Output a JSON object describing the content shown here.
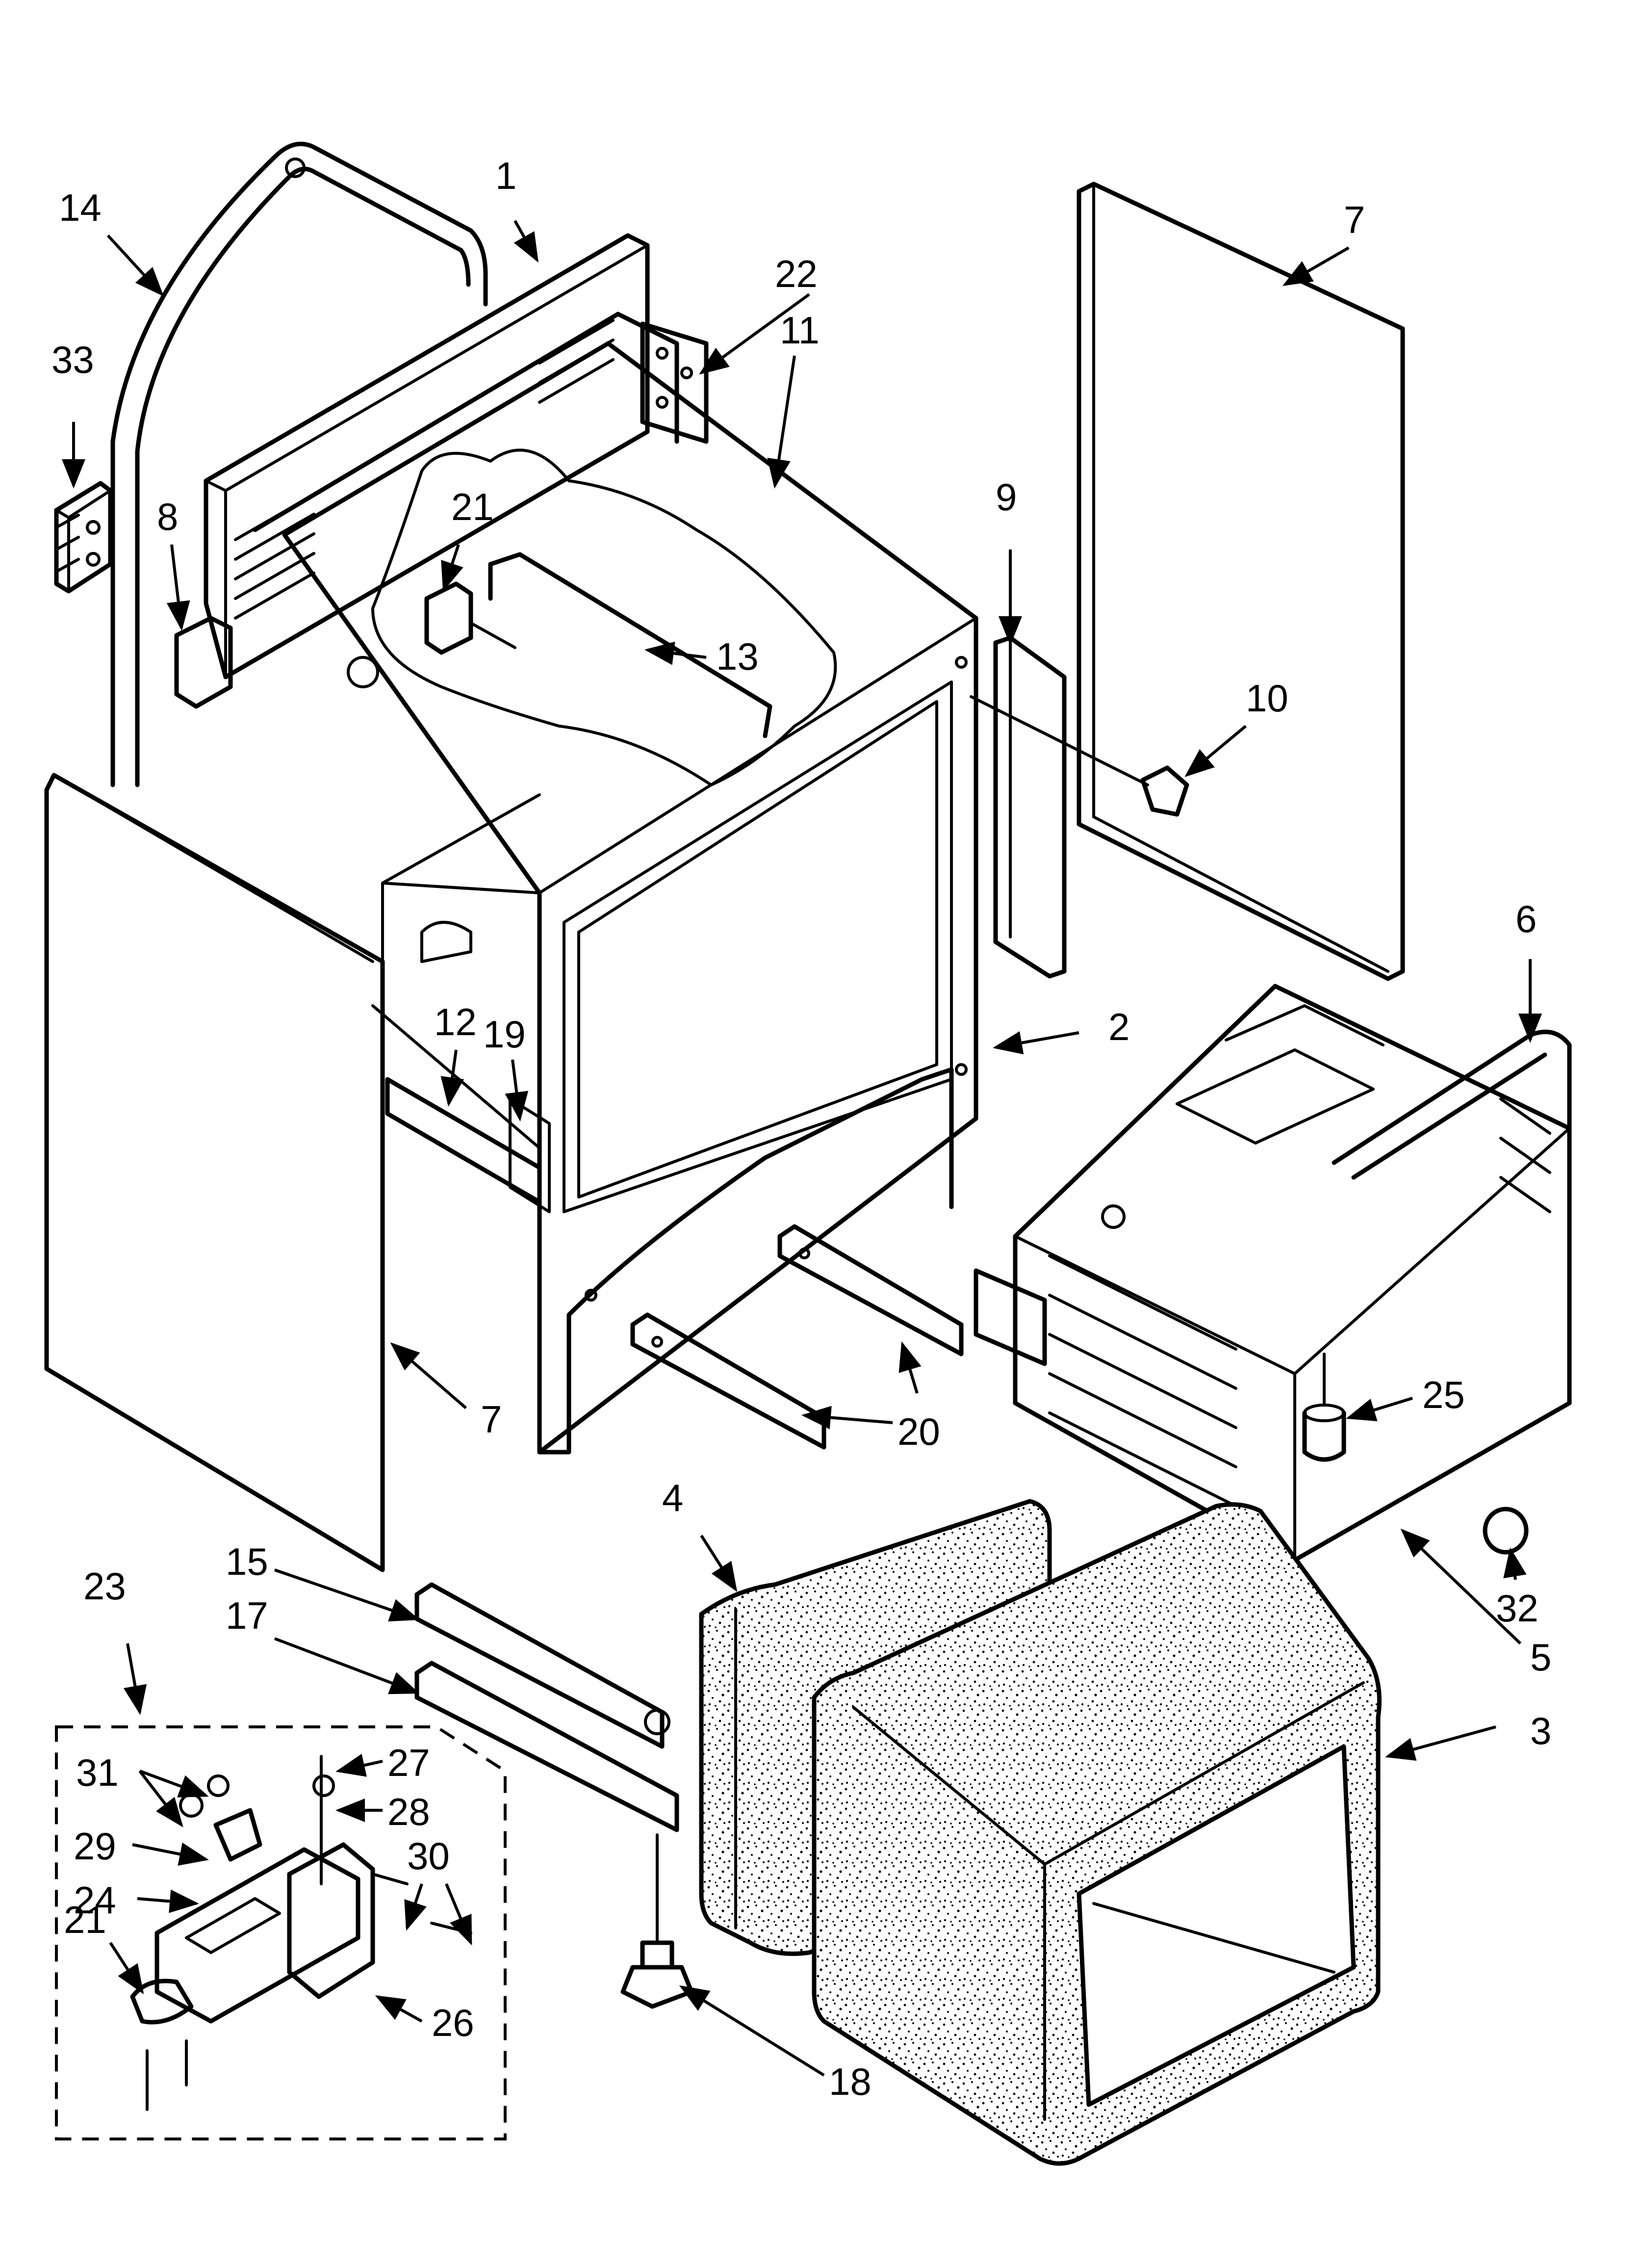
{
  "diagram": {
    "callouts": {
      "c1": "1",
      "c2": "2",
      "c3": "3",
      "c4": "4",
      "c5": "5",
      "c6": "6",
      "c7a": "7",
      "c7b": "7",
      "c8": "8",
      "c9": "9",
      "c10": "10",
      "c11": "11",
      "c12": "12",
      "c13": "13",
      "c14": "14",
      "c15": "15",
      "c17": "17",
      "c18": "18",
      "c19": "19",
      "c20": "20",
      "c21a": "21",
      "c21b": "21",
      "c22": "22",
      "c23": "23",
      "c24": "24",
      "c25": "25",
      "c26": "26",
      "c27": "27",
      "c28": "28",
      "c29": "29",
      "c30": "30",
      "c31": "31",
      "c32": "32",
      "c33": "33"
    }
  }
}
